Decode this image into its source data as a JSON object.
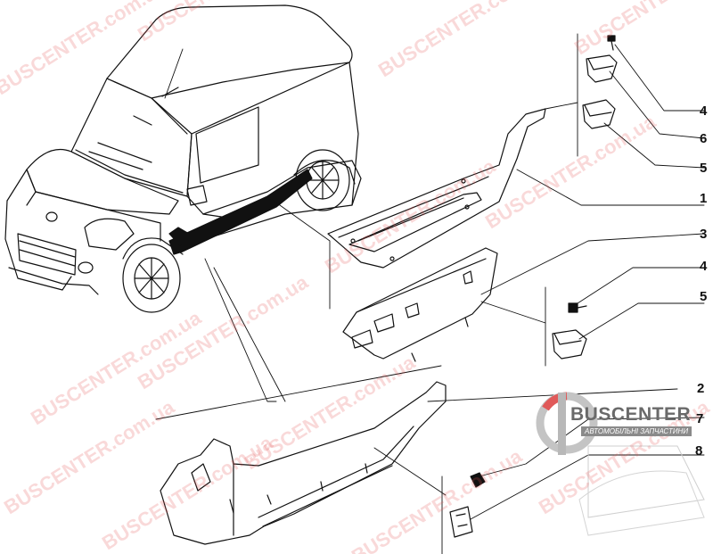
{
  "watermark_text": "BUSCENTER.com.ua",
  "logo": {
    "name": "BUSCENTER",
    "tagline": "АВТОМОБІЛЬНІ ЗАПЧАСТИНИ"
  },
  "callouts": [
    "4",
    "6",
    "5",
    "1",
    "3",
    "4",
    "5",
    "2",
    "7",
    "8"
  ],
  "colors": {
    "line": "#111111",
    "watermark": "#e25050",
    "logo_gray": "#6a6a6a",
    "logo_accent": "#e05a5a"
  }
}
